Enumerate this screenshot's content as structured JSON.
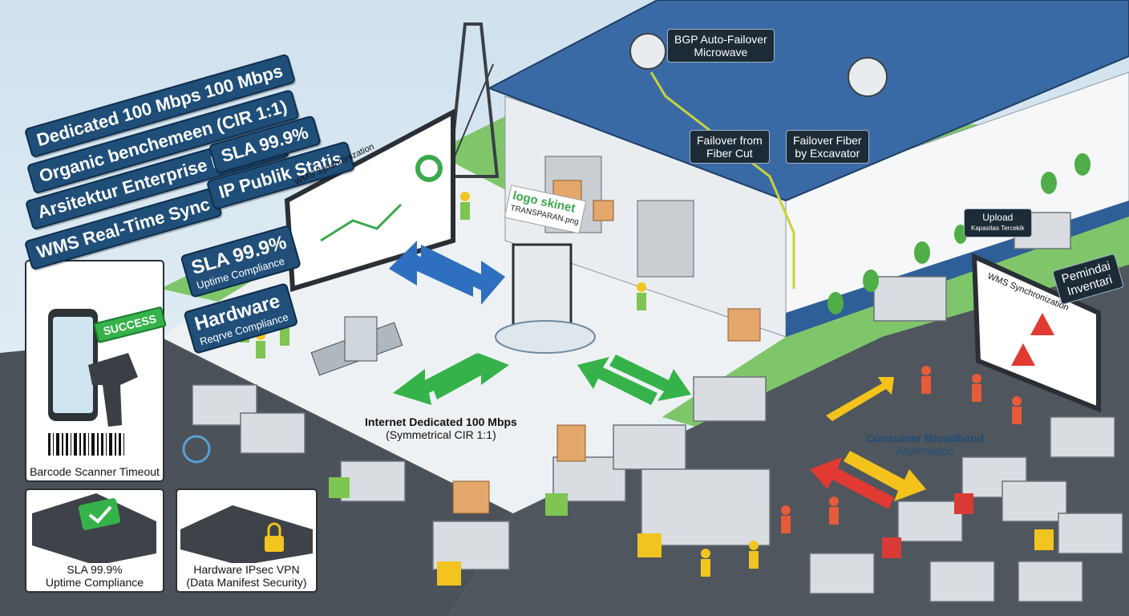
{
  "left_tags": [
    "Dedicated 100 Mbps 100 Mbps",
    "Organic benchemeen (CIR 1:1)",
    "Arsitektur Enterprise Logistik",
    "SLA 99.9%",
    "WMS Real-Time Sync",
    "IP Publik Statis"
  ],
  "side_tags": {
    "sla": {
      "title": "SLA 99.9%",
      "sub": "Uptime Compliance"
    },
    "hardware": {
      "title": "Hardware",
      "sub": "Reqrve Compliance"
    }
  },
  "dashboard_left_title": "WMS Synchronization",
  "dashboard_right_title": "WMS Synchronization",
  "phone_badge": "SUCCESS",
  "panels": {
    "barcode": "Barcode Scanner Timeout",
    "sla": [
      "SLA 99.9%",
      "Uptime Compliance"
    ],
    "vpn": [
      "Hardware IPsec VPN",
      "(Data Manifest Security)"
    ]
  },
  "callouts": {
    "bgp": [
      "BGP Auto-Failover",
      "Microwave"
    ],
    "failover_cut": [
      "Failover from",
      "Fiber Cut"
    ],
    "failover_excavator": [
      "Failover Fiber",
      "by Excavator"
    ],
    "upload": [
      "Upload",
      "Kapasitas Tercekik"
    ],
    "pemindai": [
      "Pemindai",
      "Inventari"
    ]
  },
  "logo_lines": [
    "logo skinet",
    "TRANSPARAN.png"
  ],
  "dedicated_label": [
    "Internet Dedicated 100 Mbps",
    "(Symmetrical CIR 1:1)"
  ],
  "consumer_label": [
    "Consumer Broadband",
    "Asymmetric"
  ],
  "colors": {
    "navy": "#1f4e79",
    "green_arrow": "#35b34a",
    "blue_arrow": "#2f6fc0",
    "red_arrow": "#e03a32",
    "yellow_arrow": "#f3c21b",
    "roof": "#3a6aa6"
  }
}
